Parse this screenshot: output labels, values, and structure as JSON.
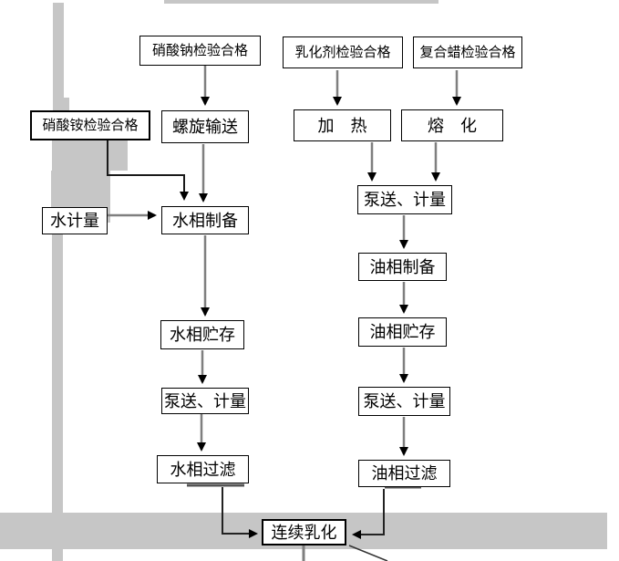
{
  "diagram": {
    "kind": "flowchart",
    "language": "zh",
    "nodes": {
      "sodium_nitrate": "硝酸钠检验合格",
      "emulsifier": "乳化剂检验合格",
      "composite_wax": "复合蜡检验合格",
      "ammonium_nitrate": "硝酸铵检验合格",
      "screw_conveying": "螺旋输送",
      "heating": "加　热",
      "melting": "熔　化",
      "water_metering": "水计量",
      "water_phase_preparation": "水相制备",
      "oil_pump_metering_top": "泵送、计量",
      "oil_phase_preparation": "油相制备",
      "water_phase_storage": "水相贮存",
      "oil_phase_storage": "油相贮存",
      "water_pump_metering": "泵送、计量",
      "oil_pump_metering_bottom": "泵送、计量",
      "water_phase_filtration": "水相过滤",
      "oil_phase_filtration": "油相过滤",
      "continuous_emulsification": "连续乳化"
    },
    "colors": {
      "background": "#ffffff",
      "gray_shapes": "#c6c6c6",
      "arrow_shaft": "#7f7f7f",
      "arrowhead": "#000000",
      "connector_line": "#222222",
      "box_border": "#000000",
      "box_fill": "#ffffff",
      "text": "#000000"
    }
  }
}
